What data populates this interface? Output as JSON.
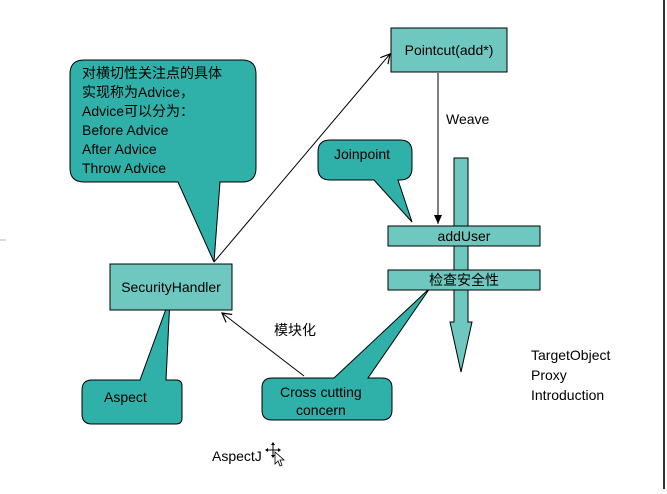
{
  "callouts": {
    "advice_lines": [
      "对横切性关注点的具体",
      "实现称为Advice，",
      "Advice可以分为：",
      "Before Advice",
      "After Advice",
      "Throw Advice"
    ],
    "joinpoint": "Joinpoint",
    "aspect": "Aspect",
    "crosscutting_lines": [
      "Cross cutting",
      "concern"
    ]
  },
  "boxes": {
    "pointcut": "Pointcut(add*)",
    "security_handler": "SecurityHandler",
    "add_user": "addUser",
    "check_security": "检查安全性"
  },
  "labels": {
    "weave": "Weave",
    "modularize": "模块化",
    "aspectj": "AspectJ",
    "right_list": [
      "TargetObject",
      "Proxy",
      "Introduction"
    ]
  },
  "colors": {
    "callout_fill": "#2fb0a8",
    "box_fill": "#6fc8c0",
    "stroke": "#000000",
    "background": "#ffffff"
  },
  "icons": {
    "cursor": "move-cursor-icon"
  }
}
